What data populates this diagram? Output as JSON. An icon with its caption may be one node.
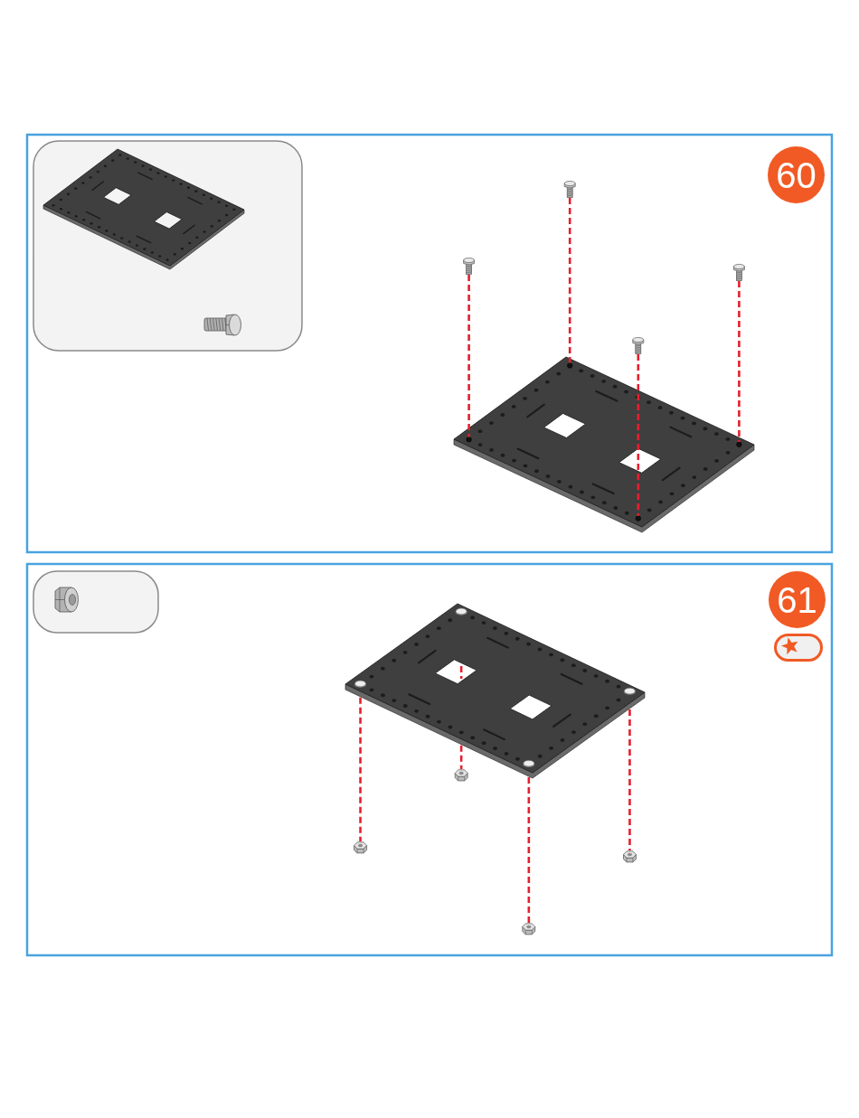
{
  "diagram": {
    "nodes": [
      {
        "text": [
          "60"
        ]
      },
      {
        "text": [],
        "shape": "picture"
      },
      {
        "text": [],
        "shape": "picture"
      },
      {
        "text": [],
        "shape": "picture"
      },
      {
        "text": [],
        "shape": "picture"
      },
      {
        "text": [],
        "shape": "circle"
      },
      {
        "text": [],
        "shape": "circle"
      },
      {
        "text": [],
        "shape": "circle"
      },
      {
        "text": [],
        "shape": "circle"
      },
      {
        "text": [
          "61"
        ]
      },
      {
        "text": [],
        "shape": "picture"
      },
      {
        "text": [],
        "shape": "picture"
      },
      {
        "text": [],
        "shape": "picture"
      },
      {
        "text": [],
        "shape": "picture"
      },
      {
        "text": [],
        "shape": "picture"
      }
    ],
    "edges": [
      {
        "from": 1,
        "to": 5,
        "arrow": "none",
        "style": "dashed"
      },
      {
        "from": 2,
        "to": 6,
        "arrow": "none",
        "style": "dashed"
      },
      {
        "from": 3,
        "to": 7,
        "arrow": "none",
        "style": "dashed"
      },
      {
        "from": 4,
        "to": 8,
        "arrow": "none",
        "style": "dashed"
      },
      {
        "from": 10,
        "to": 11,
        "arrow": "none",
        "style": "dashed"
      },
      {
        "from": 10,
        "to": 12,
        "arrow": "none",
        "style": "dashed"
      },
      {
        "from": 10,
        "to": 13,
        "arrow": "none",
        "style": "dashed"
      },
      {
        "from": 10,
        "to": 14,
        "arrow": "none",
        "style": "dashed"
      }
    ]
  }
}
